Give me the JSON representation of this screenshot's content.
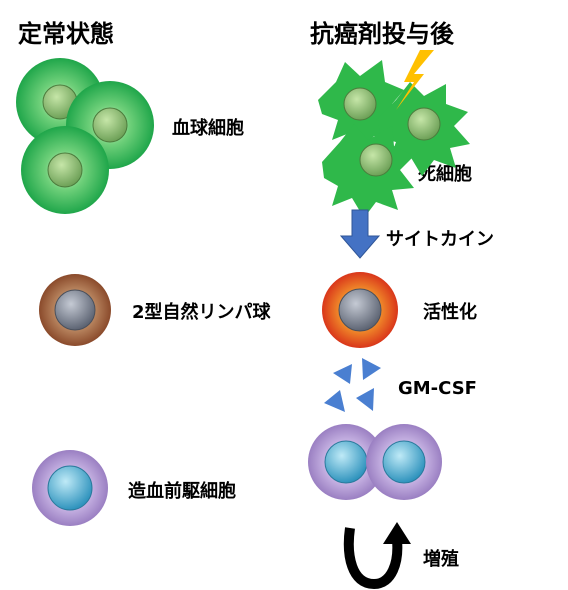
{
  "headings": {
    "left": "定常状態",
    "right": "抗癌剤投与後"
  },
  "labels": {
    "blood_cells": "血球細胞",
    "dead_cells": "死細胞",
    "cytokine": "サイトカイン",
    "ilc2": "2型自然リンパ球",
    "activation": "活性化",
    "gmcsf": "GM-CSF",
    "progenitor": "造血前駆細胞",
    "proliferation": "増殖"
  },
  "colors": {
    "green": "#27b24a",
    "arrow_blue": "#4472c4",
    "triangle_blue": "#4a7fd1",
    "bolt": "#ffc000",
    "nucleus_gray": "#6e7585",
    "ilc2_outer": "#a0522d",
    "activated_outer": "#e0551c",
    "progenitor_outer": "#a78bc9",
    "progenitor_nucleus": "#3aa2c6"
  },
  "icons": [
    "lightning-bolt-icon",
    "down-arrow-icon",
    "cycle-arrow-icon"
  ]
}
